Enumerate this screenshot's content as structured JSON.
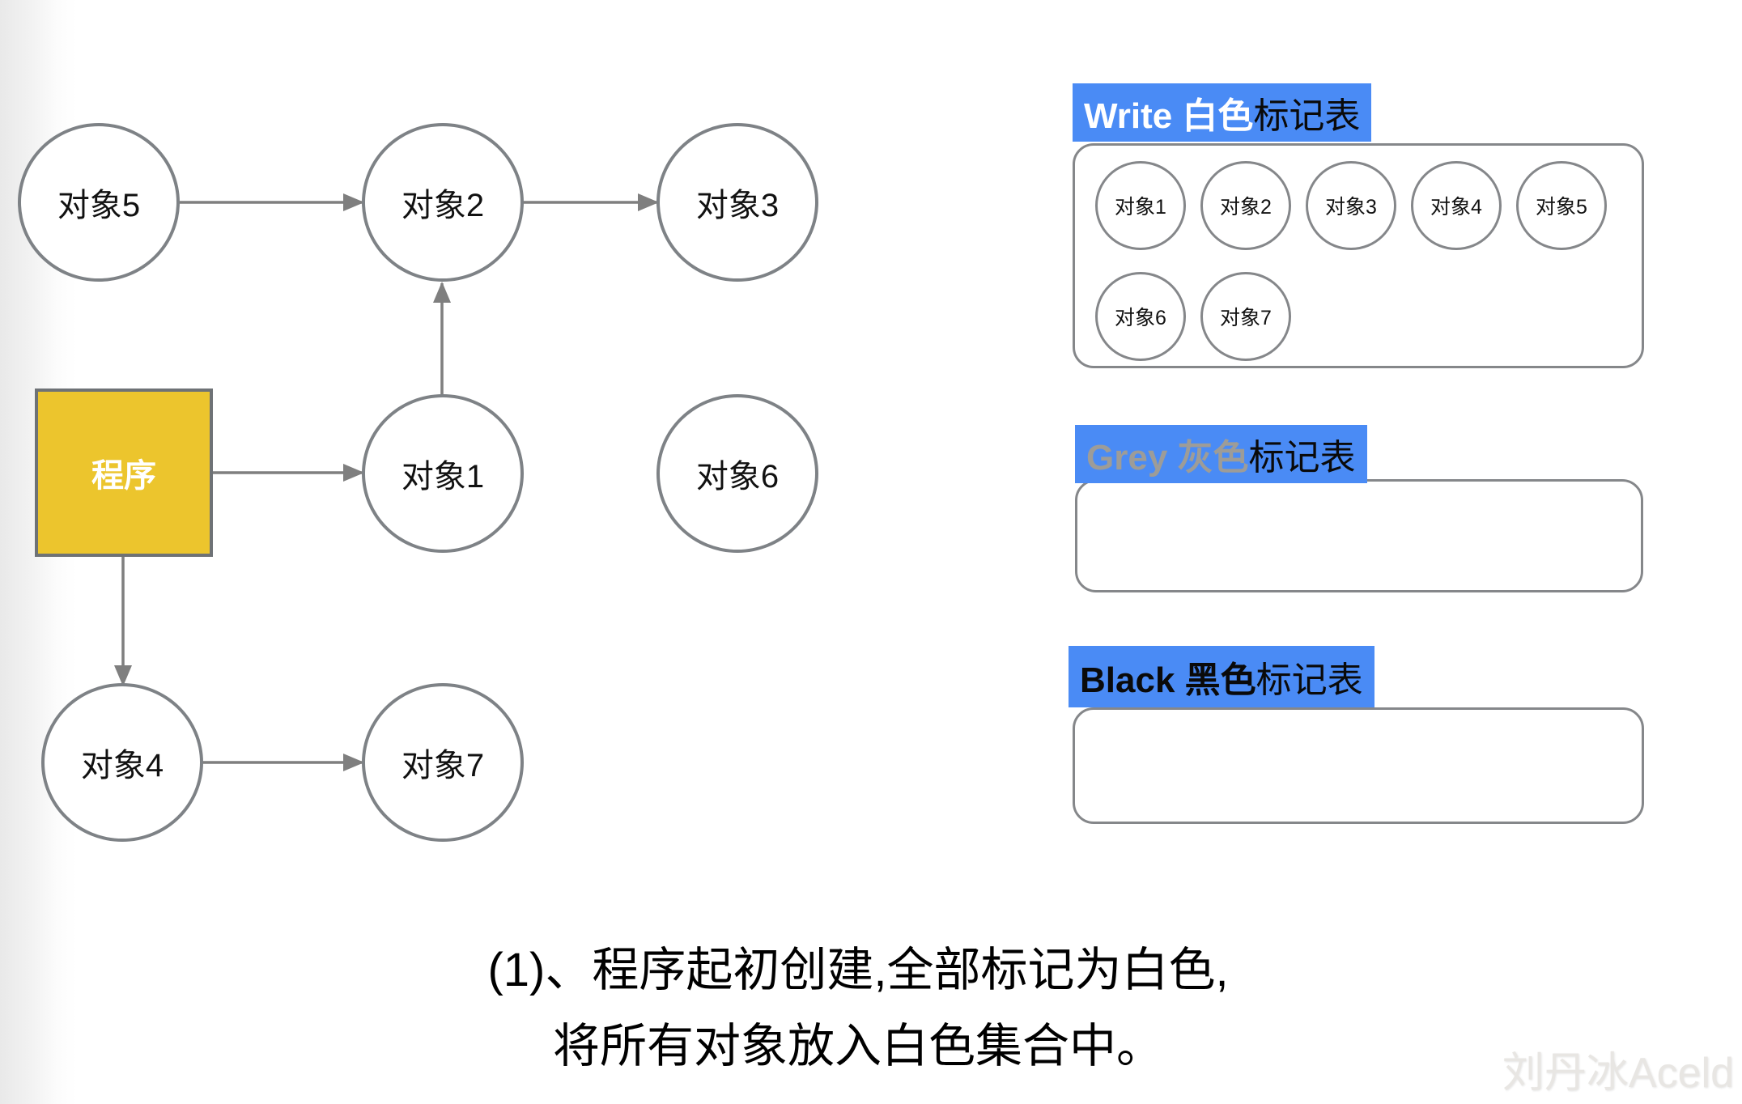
{
  "colors": {
    "accent_blue": "#4a8bf5",
    "program_yellow": "#ecc52d",
    "node_border_grey": "#7e8286",
    "arrow_grey": "#7f7f7f",
    "grey_header_text": "#9d9c98"
  },
  "diagram": {
    "program": {
      "label": "程序"
    },
    "nodes": {
      "obj1": {
        "label": "对象1"
      },
      "obj2": {
        "label": "对象2"
      },
      "obj3": {
        "label": "对象3"
      },
      "obj4": {
        "label": "对象4"
      },
      "obj5": {
        "label": "对象5"
      },
      "obj6": {
        "label": "对象6"
      },
      "obj7": {
        "label": "对象7"
      }
    },
    "edges": [
      "对象5→对象2",
      "对象2→对象3",
      "对象1→对象2",
      "程序→对象1",
      "程序→对象4",
      "对象4→对象7"
    ]
  },
  "tables": {
    "white": {
      "title_primary": "Write 白色",
      "title_suffix": "标记表",
      "items": [
        "对象1",
        "对象2",
        "对象3",
        "对象4",
        "对象5",
        "对象6",
        "对象7"
      ]
    },
    "grey": {
      "title_primary": "Grey 灰色",
      "title_suffix": "标记表",
      "items": []
    },
    "black": {
      "title_primary": "Black 黑色",
      "title_suffix": "标记表",
      "items": []
    }
  },
  "caption": {
    "line1": "(1)、程序起初创建,全部标记为白色,",
    "line2": "将所有对象放入白色集合中。"
  },
  "watermark": {
    "text": "刘丹冰Aceld"
  }
}
